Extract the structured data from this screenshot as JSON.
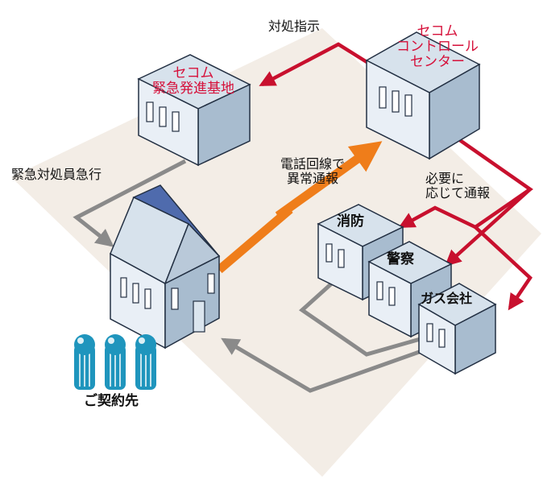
{
  "diagram": {
    "labels": {
      "control_center": [
        "セコム",
        "コントロール",
        "センター"
      ],
      "dispatch_base": [
        "セコム",
        "緊急発進基地"
      ],
      "instruction": "対処指示",
      "rush": "緊急対処員急行",
      "phone_line": [
        "電話回線で",
        "異常通報"
      ],
      "notify": [
        "必要に",
        "応じて通報"
      ],
      "fire_dept": "消防",
      "police": "警察",
      "gas_company": "ガス会社",
      "customer": "ご契約先"
    },
    "colors": {
      "ground": "#f3ede6",
      "red": "#c8102e",
      "red_text": "#d6103a",
      "orange": "#ef7d1a",
      "gray": "#8a8a8a",
      "building_front": "#e9eff6",
      "building_side": "#a8bccf",
      "building_top": "#d7e2ec",
      "roof": "#4f6bad",
      "person": "#1f95bd"
    },
    "icons": [
      "building-icon",
      "house-icon",
      "person-icon",
      "lightning-icon"
    ]
  }
}
